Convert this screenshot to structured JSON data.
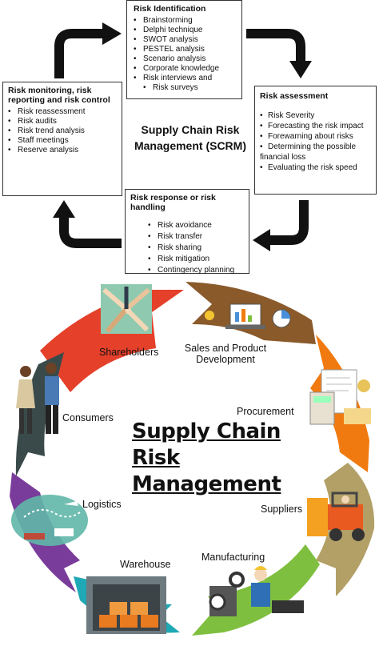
{
  "scrm_cycle": {
    "title": "Supply Chain Risk Management (SCRM)",
    "risk_identification": {
      "heading": "Risk Identification",
      "items": [
        "Brainstorming",
        "Delphi technique",
        "SWOT analysis",
        "PESTEL analysis",
        "Scenario analysis",
        "Corporate knowledge",
        "Risk interviews and",
        "Risk surveys"
      ]
    },
    "risk_assessment": {
      "heading": "Risk assessment",
      "items": [
        "Risk Severity",
        "Forecasting the risk impact",
        "Forewarning about risks",
        "Determining the possible financial loss",
        "Evaluating the risk speed"
      ]
    },
    "risk_response": {
      "heading": "Risk response or risk handling",
      "items": [
        "Risk avoidance",
        "Risk transfer",
        "Risk sharing",
        "Risk mitigation",
        "Contingency planning"
      ]
    },
    "risk_monitoring": {
      "heading": "Risk monitoring, risk reporting and risk control",
      "items": [
        "Risk reassessment",
        "Risk audits",
        "Risk trend analysis",
        "Staff meetings",
        "Reserve analysis"
      ]
    }
  },
  "supply_chain_wheel": {
    "title_lines": [
      "Supply Chain",
      "Risk",
      "Management"
    ],
    "stages": {
      "shareholders": "Shareholders",
      "sales": "Sales and Product Development",
      "procurement": "Procurement",
      "suppliers": "Suppliers",
      "manufacturing": "Manufacturing",
      "warehouse": "Warehouse",
      "logistics": "Logistics",
      "consumers": "Consumers"
    },
    "colors": {
      "shareholders": "#e5402a",
      "sales": "#8a5a2b",
      "procurement": "#f07a10",
      "suppliers": "#b3a067",
      "manufacturing": "#7fbf3f",
      "warehouse": "#1fa8b5",
      "logistics": "#7a3c9a",
      "consumers": "#3a4a4a"
    }
  }
}
